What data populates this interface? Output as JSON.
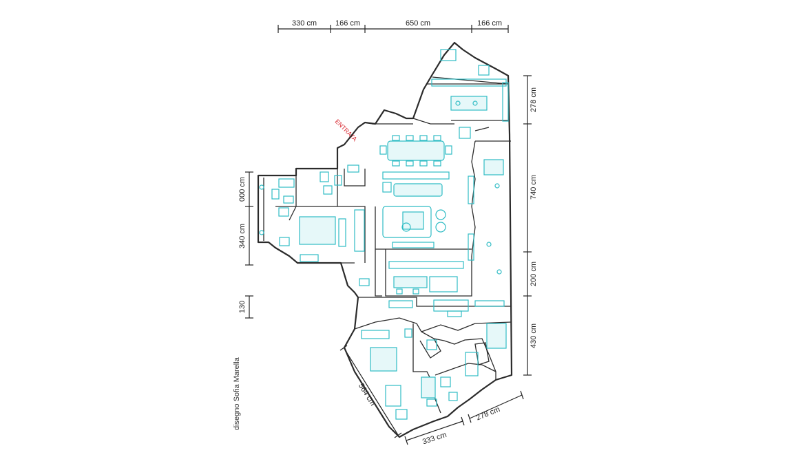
{
  "dimensions": {
    "top": [
      "330 cm",
      "166 cm",
      "650 cm",
      "166 cm"
    ],
    "right": [
      "278 cm",
      "740 cm",
      "200 cm",
      "430 cm"
    ],
    "left": [
      "000 cm",
      "340 cm",
      "130"
    ],
    "bottom": [
      "564 cm",
      "333 cm",
      "278 cm"
    ]
  },
  "entrance_label": "ENTRATA",
  "credit": "disegno Sofia Marella",
  "colors": {
    "walls": "#2b2b2b",
    "furniture": "#2fbcc4",
    "entrance": "#d8262f"
  }
}
